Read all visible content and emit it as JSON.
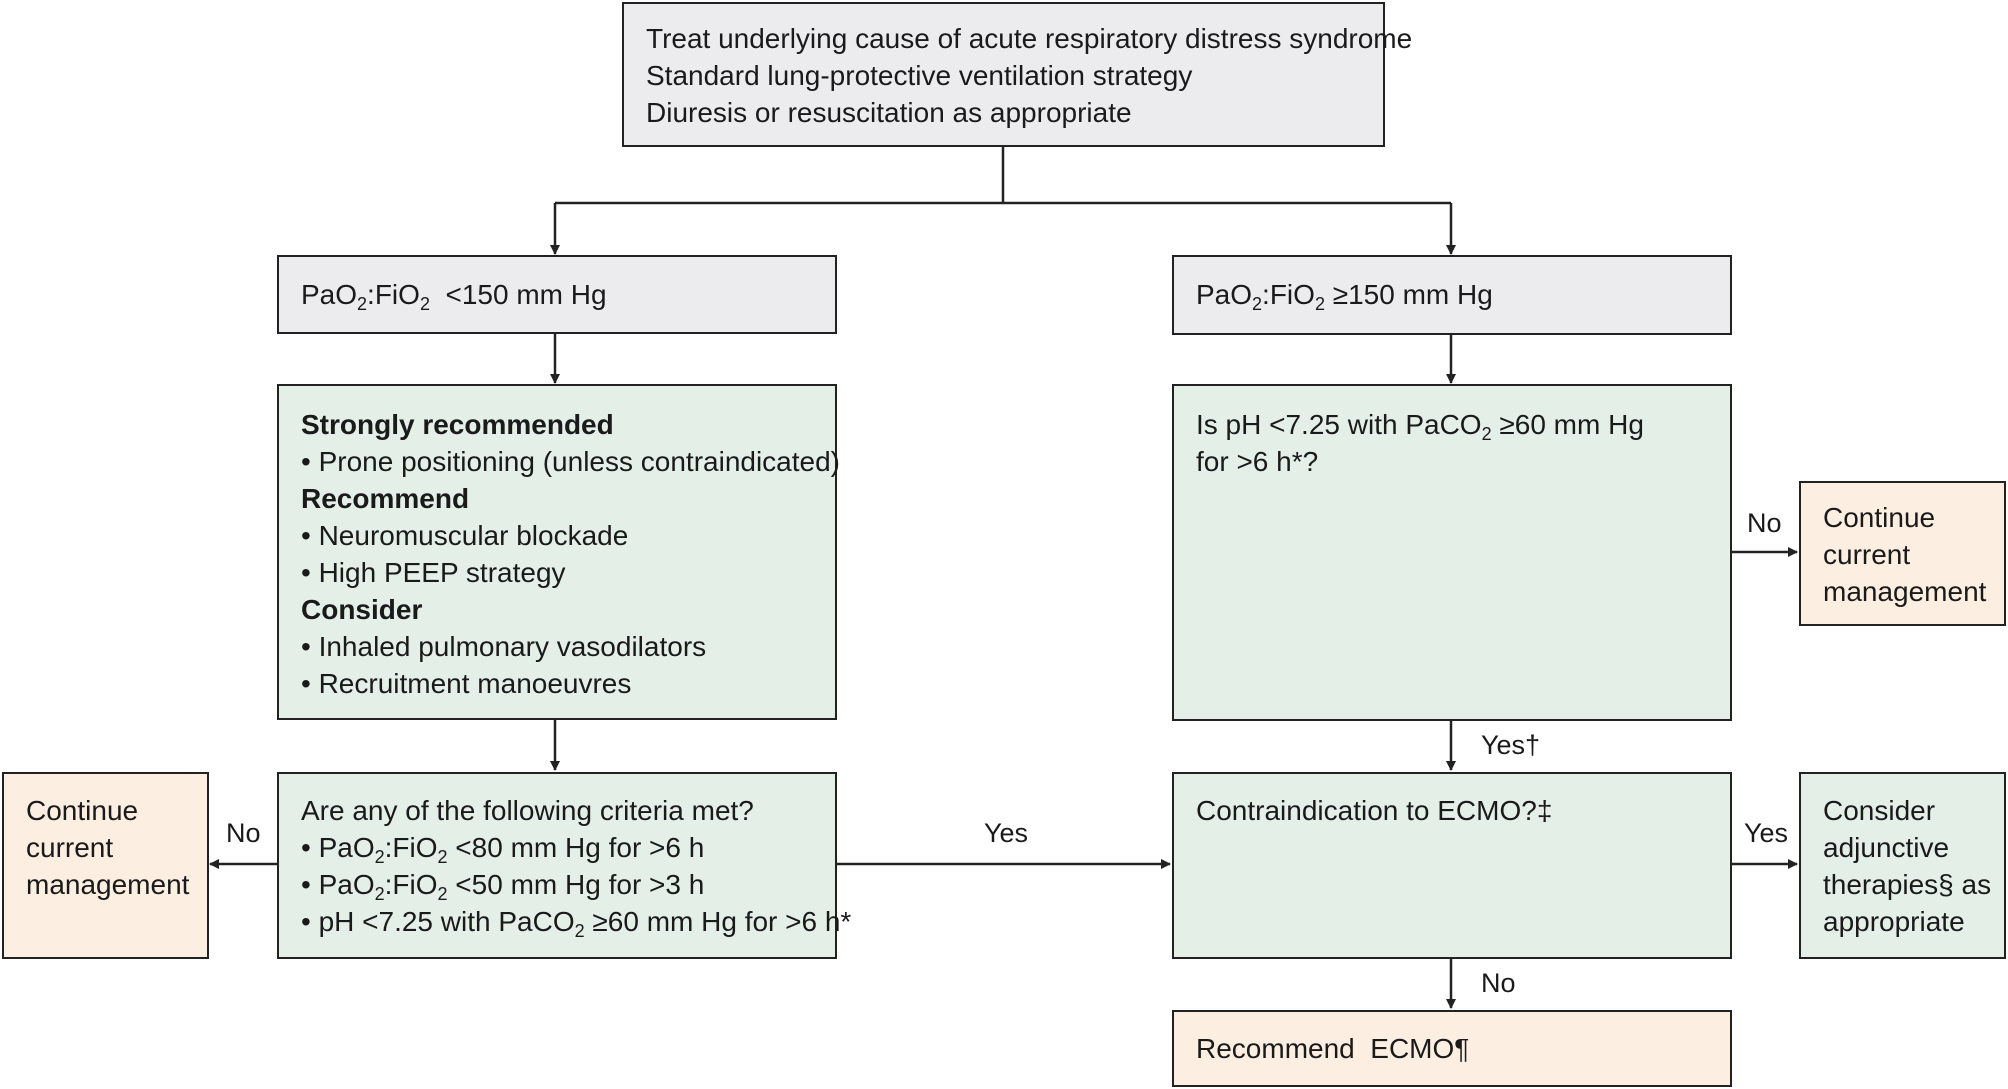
{
  "top_box": {
    "lines": [
      "Treat underlying cause of acute respiratory distress syndrome",
      "Standard lung-protective ventilation strategy",
      "Diuresis or resuscitation as appropriate"
    ]
  },
  "left_branch": {
    "ratio_box": {
      "prefix": "PaO",
      "mid": ":FiO",
      "sub": "2",
      "suffix": "  <150 mm Hg"
    },
    "interventions": {
      "strongly_heading": "Strongly recommended",
      "strongly_items": [
        "• Prone positioning (unless contraindicated)"
      ],
      "recommend_heading": "Recommend",
      "recommend_items": [
        "• Neuromuscular blockade",
        "• High PEEP strategy"
      ],
      "consider_heading": "Consider",
      "consider_items": [
        "• Inhaled pulmonary vasodilators",
        "• Recruitment manoeuvres"
      ]
    },
    "criteria": {
      "question": "Are any of the following criteria met?",
      "item1": {
        "pre": "• PaO",
        "mid": ":FiO",
        "post": " <80 mm Hg for >6 h"
      },
      "item2": {
        "pre": "• PaO",
        "mid": ":FiO",
        "post": " <50 mm Hg for >3 h"
      },
      "item3": {
        "pre": "• pH <7.25 with PaCO",
        "post": " ≥60 mm Hg for >6 h*"
      }
    },
    "continue_box": {
      "lines": [
        "Continue",
        "current",
        "management"
      ]
    }
  },
  "right_branch": {
    "ratio_box": {
      "prefix": "PaO",
      "mid": ":FiO",
      "suffix": " ≥150 mm Hg"
    },
    "ph_question": {
      "line1_pre": "Is pH <7.25 with PaCO",
      "line1_post": " ≥60 mm Hg",
      "line2": "for >6 h*?"
    },
    "continue_box": {
      "lines": [
        "Continue",
        "current",
        "management"
      ]
    },
    "contraindication": {
      "text": "Contraindication to ECMO?‡"
    },
    "adjunctive_box": {
      "lines": [
        "Consider",
        "adjunctive",
        "therapies§ as",
        "appropriate"
      ]
    },
    "ecmo_box": {
      "text": "Recommend  ECMO¶"
    }
  },
  "edge_labels": {
    "no_left": "No",
    "yes_middle": "Yes",
    "no_right_top": "No",
    "yes_dagger": "Yes†",
    "yes_right": "Yes",
    "no_bottom": "No"
  },
  "colors": {
    "grey_box": "#ececef",
    "green_box": "#e4efe8",
    "peach_box": "#fdeee2",
    "line": "#222222"
  }
}
